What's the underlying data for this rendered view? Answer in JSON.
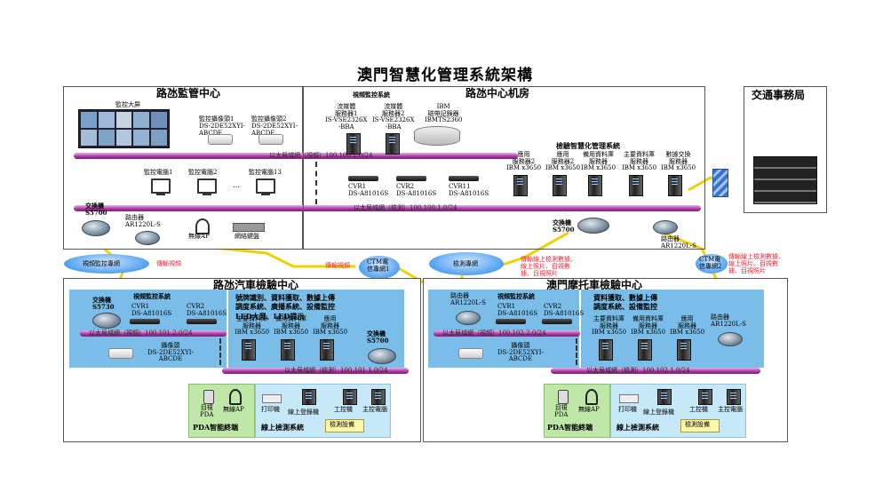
{
  "title": "澳門智慧化管理系統架構",
  "road_control": {
    "header": "路氹監管中心",
    "wall": "監控大屏",
    "camera1": [
      "監控攝像頭1",
      "DS-2DE52XYI-",
      "ABCDE"
    ],
    "camera2": [
      "監控攝像頭2",
      "DS-2DE52XYI-",
      "ABCDE"
    ],
    "pc1": "監控電腦1",
    "pc2": "監控電腦2",
    "pc13": "監控電腦13",
    "ellipsis": "…",
    "switch": [
      "交換機",
      "S5700"
    ],
    "router": [
      "路由器",
      "AR1220L-S"
    ],
    "wireless": "無線AP",
    "keyboard": "網絡鍵盤",
    "cloud": "視頻監控專網",
    "note": "傳輸視頻"
  },
  "center_room": {
    "header": "路氹中心机房",
    "video_system": "視頻監控系統",
    "stream1": [
      "流媒體",
      "服務器1",
      "IS-VSE2326X",
      "-BBA"
    ],
    "stream2": [
      "流媒體",
      "服務器2",
      "IS-VSE2326X",
      "-BBA"
    ],
    "storage": [
      "IBM",
      "磁帶記錄器",
      "IBMTS2360"
    ],
    "cvr1": [
      "CVR1",
      "DS-A81016S"
    ],
    "cvr2": [
      "CVR2",
      "DS-A81016S"
    ],
    "cvr11": [
      "CVR11",
      "DS-A81016S"
    ],
    "inspection_system": "檢驗智慧化管理系統",
    "servers": [
      [
        "應用",
        "服務器2",
        "IBM x3650"
      ],
      [
        "應用",
        "服務器2",
        "IBM x3650"
      ],
      [
        "備用資料庫",
        "服務器",
        "IBM x3650"
      ],
      [
        "主要資料庫",
        "服務器",
        "IBM x3650"
      ],
      [
        "數據交換",
        "服務器",
        "IBM x3650"
      ]
    ],
    "switch": [
      "交換機",
      "S5700"
    ],
    "router": [
      "路由器",
      "AR1220L-S"
    ]
  },
  "traffic": {
    "header": "交通事務局"
  },
  "buses": {
    "video": "以太局域網（視頻）100.100.2.0/24",
    "inspect": "以太局域網（檢測）100.100.1.0/24",
    "car_video": "以太局域網（視頻）100.101.2.0/24",
    "car_inspect": "以太局域網（檢測）100.101.1.0/24",
    "moto_video": "以太局域網（視頻）100.102.2.0/24",
    "moto_inspect": "以太局域網（檢測）100.102.1.0/24"
  },
  "links": {
    "ctm_video": [
      "CTM電",
      "信專網1"
    ],
    "video_note": "傳輸視頻",
    "cloud2": "檢測專網",
    "note2": [
      "傳輸線上檢測數據、",
      "線上照片、目視數",
      "據、目視照片"
    ],
    "ctm_right": [
      "CTM電",
      "信專網2"
    ],
    "note3": [
      "傳輸線上檢測數據、",
      "線上照片、目視數",
      "據、目視照片"
    ]
  },
  "car_center": {
    "header": "路氹汽車檢驗中心",
    "video_system": "視頻監控系統",
    "switch": [
      "交換機",
      "S5730"
    ],
    "cvr1": [
      "CVR1",
      "DS-A81016S"
    ],
    "cvr2": [
      "CVR2",
      "DS-A81016S"
    ],
    "camera": [
      "攝像頭",
      "DS-2DE52XYI-",
      "ABCDE"
    ],
    "features": [
      "號牌識別、資料獲取、數據上傳",
      "調度系統、廣播系統、設備監控",
      "LED大屏、LED提示"
    ],
    "servers": [
      [
        "主要資料庫",
        "服務器",
        "IBM x3650"
      ],
      [
        "備用資料庫",
        "服務器",
        "IBM x3650"
      ],
      [
        "應用",
        "服務器",
        "IBM x3650"
      ]
    ],
    "switch2": [
      "交換機",
      "S5700"
    ],
    "pda": [
      "目視",
      "PDA"
    ],
    "wireless": "無線AP",
    "pda_label": "PDA智能終端",
    "printer": "打印機",
    "login_pc": "線上登錄機",
    "work_pc": "工控機",
    "main_pc": "主控電腦",
    "online_system": "線上檢測系統",
    "device": "檢測設備"
  },
  "moto_center": {
    "header": "澳門摩托車檢驗中心",
    "video_system": "視頻監控系統",
    "router": [
      "路由器",
      "AR1220L-S"
    ],
    "cvr1": [
      "CVR1",
      "DS-A81016S"
    ],
    "cvr2": [
      "CVR2",
      "DS-A81016S"
    ],
    "camera": [
      "攝像頭",
      "DS-2DE52XYI-",
      "ABCDE"
    ],
    "features": [
      "資料獲取、數據上傳",
      "調度系統、設備監控"
    ],
    "servers": [
      [
        "主要資料庫",
        "服務器",
        "IBM x3650"
      ],
      [
        "備用資料庫",
        "服務器",
        "IBM x3650"
      ],
      [
        "應用",
        "服務器",
        "IBM x3650"
      ]
    ],
    "router2": [
      "路由器",
      "AR1220L-S"
    ],
    "pda": [
      "目視",
      "PDA"
    ],
    "wireless": "無線AP",
    "pda_label": "PDA智能終端",
    "printer": "打印機",
    "login_pc": "線上登錄機",
    "work_pc": "工控機",
    "main_pc": "主控電腦",
    "online_system": "線上檢測系統",
    "device": "檢測設備"
  }
}
